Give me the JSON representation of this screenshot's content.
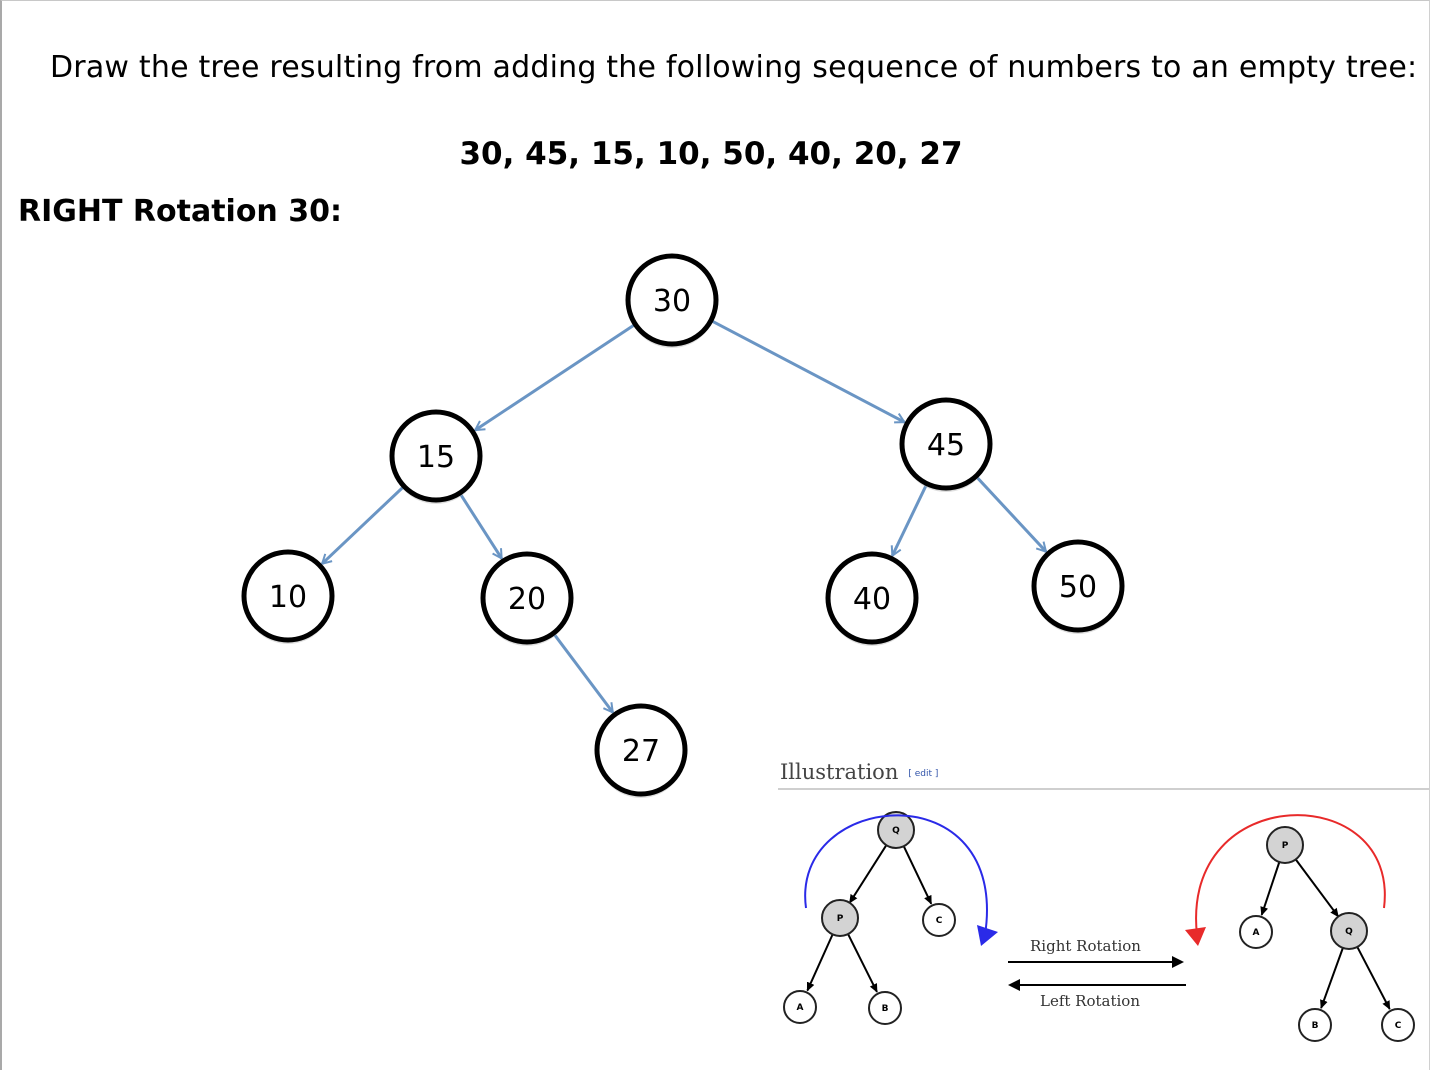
{
  "prompt": "Draw the tree resulting from adding the following sequence of numbers to an empty tree:",
  "sequence": "30, 45, 15, 10, 50, 40, 20, 27",
  "section_label": "RIGHT Rotation 30:",
  "tree": {
    "nodes": [
      "30",
      "45",
      "15",
      "10",
      "50",
      "40",
      "20",
      "27"
    ],
    "edges": [
      [
        "30",
        "15"
      ],
      [
        "30",
        "45"
      ],
      [
        "15",
        "10"
      ],
      [
        "15",
        "20"
      ],
      [
        "45",
        "40"
      ],
      [
        "45",
        "50"
      ],
      [
        "20",
        "27"
      ]
    ],
    "edge_color": "#6a95c4",
    "node_border_color": "#000000"
  },
  "illustration": {
    "heading": "Illustration",
    "edit_link": "[ edit ]",
    "right_rotation_label": "Right Rotation",
    "left_rotation_label": "Left Rotation",
    "left_tree_nodes": [
      "Q",
      "P",
      "C",
      "A",
      "B"
    ],
    "right_tree_nodes": [
      "P",
      "A",
      "Q",
      "B",
      "C"
    ],
    "left_arc_color": "#2a2ae8",
    "right_arc_color": "#e82a2a"
  }
}
